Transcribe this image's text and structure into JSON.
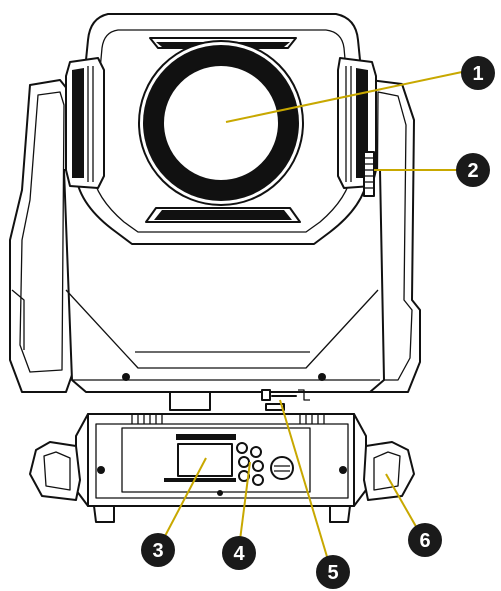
{
  "callouts": [
    {
      "number": "1"
    },
    {
      "number": "2"
    },
    {
      "number": "3"
    },
    {
      "number": "4"
    },
    {
      "number": "5"
    },
    {
      "number": "6"
    }
  ],
  "colors": {
    "leader_line": "#c8a800",
    "bubble_fill": "#1a1a1a",
    "outline": "#111111"
  }
}
